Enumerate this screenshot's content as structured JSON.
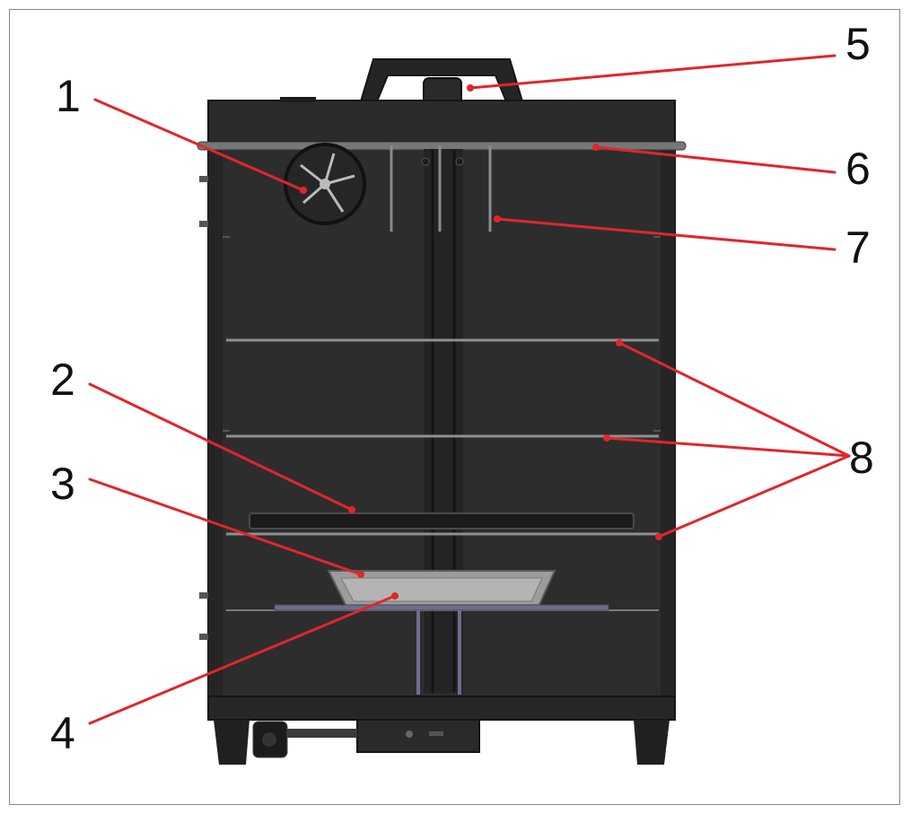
{
  "colors": {
    "cabinet": "#2d2d2d",
    "cabinet_dark": "#1e1e1e",
    "cabinet_edge": "#151515",
    "rack_line": "#8f8f8f",
    "pointer": "#e0262c",
    "tray": "#9c9c9c",
    "support": "#6d6d8c",
    "frame": "#8a8a8a"
  },
  "callouts": [
    {
      "number": "1",
      "part": "fan"
    },
    {
      "number": "2",
      "part": "heating-element"
    },
    {
      "number": "3",
      "part": "drip-tray"
    },
    {
      "number": "4",
      "part": "tray-support"
    },
    {
      "number": "5",
      "part": "vent-cap"
    },
    {
      "number": "6",
      "part": "top-rail"
    },
    {
      "number": "7",
      "part": "hanging-hook"
    },
    {
      "number": "8",
      "part": "rack"
    }
  ]
}
